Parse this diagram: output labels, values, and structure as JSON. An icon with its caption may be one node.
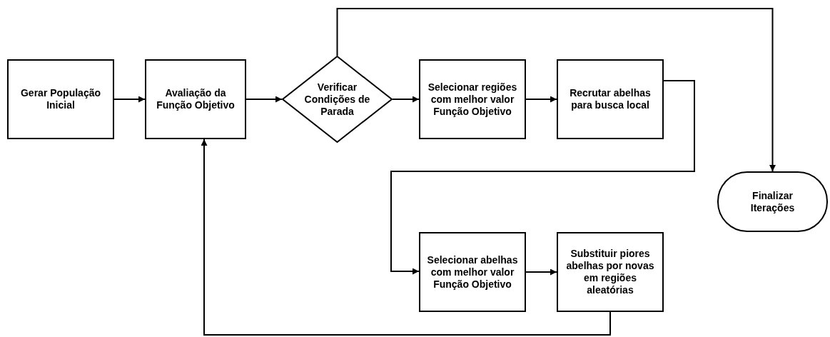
{
  "diagram": {
    "nodes": [
      {
        "text": [
          "Gerar População Inicial"
        ]
      },
      {
        "text": [
          "Avaliação da Função Objetivo"
        ]
      },
      {
        "text": [
          "Verificar Condições de Parada"
        ]
      },
      {
        "text": [
          "Selecionar regiões com melhor valor Função Objetivo"
        ]
      },
      {
        "text": [
          "Recrutar abelhas para busca local"
        ]
      },
      {
        "text": [
          "Finalizar Iterações"
        ]
      },
      {
        "text": [
          "Selecionar abelhas com melhor valor Função Objetivo"
        ]
      },
      {
        "text": [
          "Substituir piores abelhas por novas em regiões aleatórias"
        ]
      }
    ],
    "edges": [
      {
        "from": 0,
        "to": 1,
        "arrow": "to"
      },
      {
        "from": 1,
        "to": 2,
        "arrow": "to"
      },
      {
        "from": 2,
        "to": 3,
        "arrow": "to"
      },
      {
        "from": 3,
        "to": 4,
        "arrow": "to"
      },
      {
        "from": 2,
        "to": 5,
        "arrow": "to"
      },
      {
        "from": 4,
        "to": 6,
        "arrow": "to"
      },
      {
        "from": 6,
        "to": 7,
        "arrow": "to"
      },
      {
        "from": 7,
        "to": 1,
        "arrow": "to"
      }
    ]
  }
}
